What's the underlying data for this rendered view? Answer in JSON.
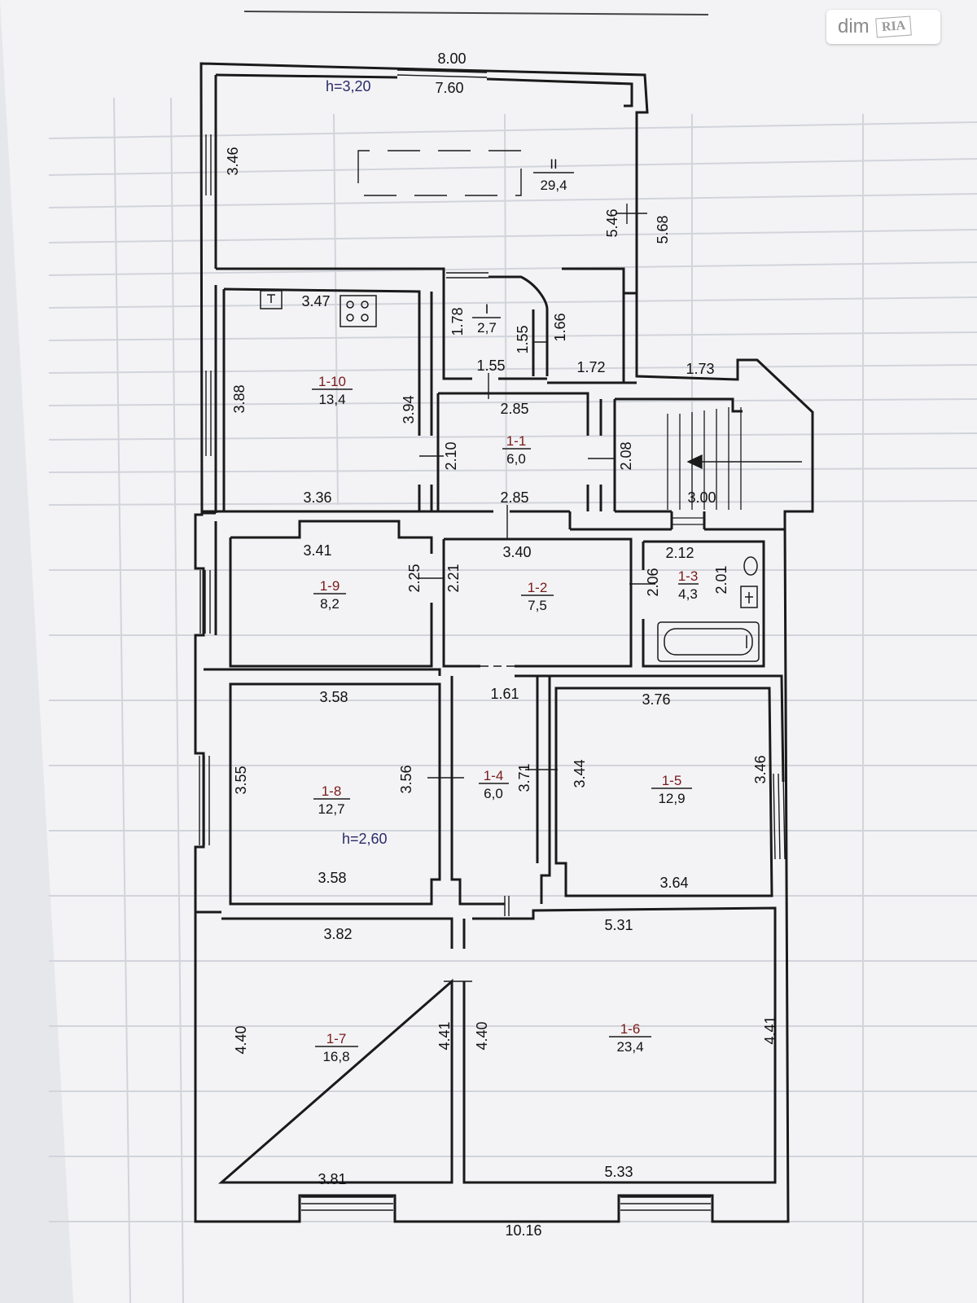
{
  "watermark": {
    "brand": "dim",
    "badge": "RIA"
  },
  "heights": {
    "main": "h=3,20",
    "secondary": "h=2,60"
  },
  "rooms": [
    {
      "id": "II",
      "area": "29,4"
    },
    {
      "id": "I",
      "area": "2,7"
    },
    {
      "id": "1-10",
      "area": "13,4"
    },
    {
      "id": "1-1",
      "area": "6,0"
    },
    {
      "id": "1-9",
      "area": "8,2"
    },
    {
      "id": "1-2",
      "area": "7,5"
    },
    {
      "id": "1-3",
      "area": "4,3"
    },
    {
      "id": "1-8",
      "area": "12,7"
    },
    {
      "id": "1-4",
      "area": "6,0"
    },
    {
      "id": "1-5",
      "area": "12,9"
    },
    {
      "id": "1-7",
      "area": "16,8"
    },
    {
      "id": "1-6",
      "area": "23,4"
    }
  ],
  "dims": {
    "d800": "8.00",
    "d760": "7.60",
    "d346a": "3.46",
    "d546": "5.46",
    "d568": "5.68",
    "d347": "3.47",
    "d388": "3.88",
    "d394": "3.94",
    "d336": "3.36",
    "d178": "1.78",
    "d155a": "1.55",
    "d166": "1.66",
    "d155b": "1.55",
    "d172": "1.72",
    "d173": "1.73",
    "d285a": "2.85",
    "d210": "2.10",
    "d208": "2.08",
    "d285b": "2.85",
    "d300": "3.00",
    "d341": "3.41",
    "d225": "2.25",
    "d221": "2.21",
    "d340": "3.40",
    "d212": "2.12",
    "d206": "2.06",
    "d201": "2.01",
    "d358a": "3.58",
    "d161": "1.61",
    "d376": "3.76",
    "d355": "3.55",
    "d356": "3.56",
    "d371": "3.71",
    "d344": "3.44",
    "d346b": "3.46",
    "d358b": "3.58",
    "d364": "3.64",
    "d382": "3.82",
    "d531": "5.31",
    "d440a": "4.40",
    "d441a": "4.41",
    "d440b": "4.40",
    "d441b": "4.41",
    "d381": "3.81",
    "d533": "5.33",
    "d1016": "10.16"
  }
}
